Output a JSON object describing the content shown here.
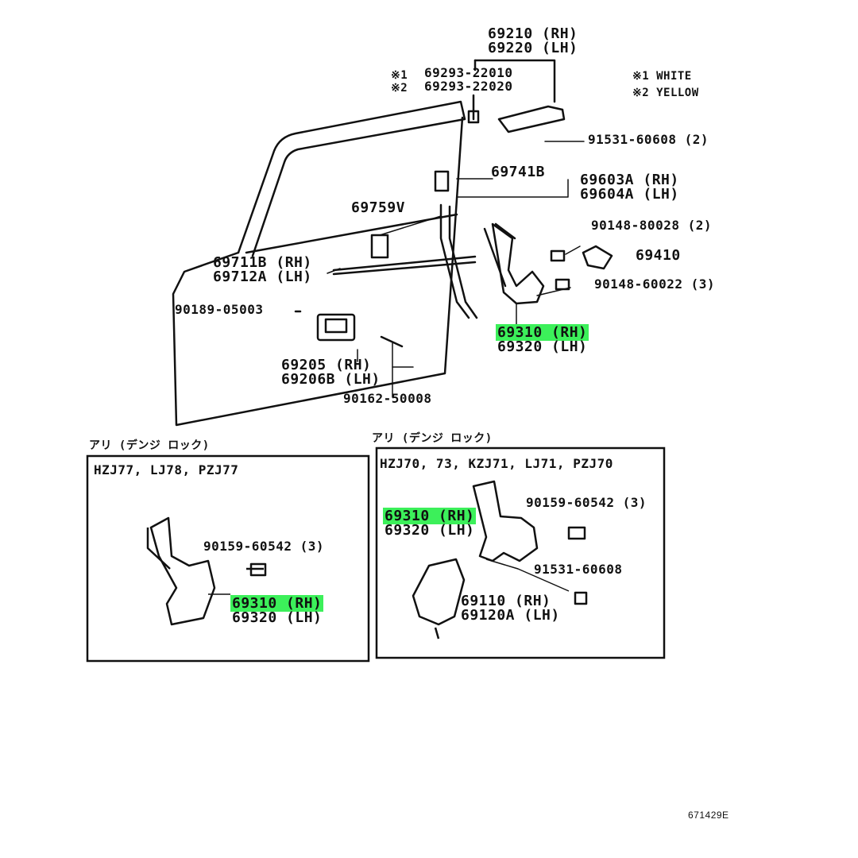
{
  "parts": {
    "p69210": "69210 (RH)",
    "p69220": "69220 (LH)",
    "note1_mark": "※1",
    "note2_mark": "※2",
    "p69293_1": "69293-22010",
    "p69293_2": "69293-22020",
    "legend1": "※1  WHITE",
    "legend2": "※2  YELLOW",
    "p91531_top": "91531-60608 (2)",
    "p69741": "69741B",
    "p69603": "69603A (RH)",
    "p69604": "69604A (LH)",
    "p69759": "69759V",
    "p90148_a": "90148-80028 (2)",
    "p69711": "69711B (RH)",
    "p69712": "69712A (LH)",
    "p69410": "69410",
    "p90148_b": "90148-60022 (3)",
    "p90189": "90189-05003",
    "p69310_main": "69310 (RH)",
    "p69320_main": "69320 (LH)",
    "p69205": "69205  (RH)",
    "p69206": "69206B (LH)",
    "p90162": "90162-50008"
  },
  "left_box": {
    "caption": "アリ (デンジ ロック)",
    "models": "HZJ77, LJ78, PZJ77",
    "screw": "90159-60542 (3)",
    "p69310": "69310 (RH)",
    "p69320": "69320 (LH)"
  },
  "right_box": {
    "caption": "アリ (デンジ ロック)",
    "models": "HZJ70, 73, KZJ71, LJ71, PZJ70",
    "screw": "90159-60542 (3)",
    "p69310": "69310 (RH)",
    "p69320": "69320 (LH)",
    "p91531": "91531-60608",
    "p69110": "69110  (RH)",
    "p69120": "69120A (LH)"
  },
  "figure_ref": "671429E",
  "colors": {
    "highlight": "#3cf05a",
    "ink": "#111111"
  }
}
